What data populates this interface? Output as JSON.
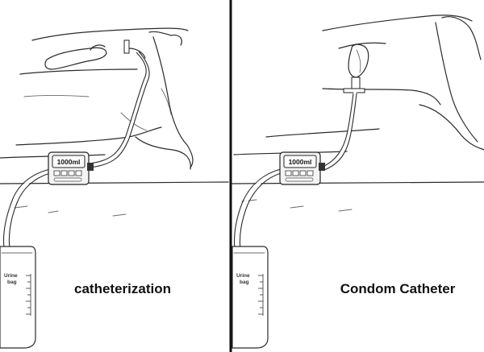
{
  "panels": [
    {
      "id": "left",
      "caption": "catheterization",
      "meter_reading": "1000ml",
      "bag_label_line1": "Urine",
      "bag_label_line2": "bag"
    },
    {
      "id": "right",
      "caption": "Condom Catheter",
      "meter_reading": "1000ml",
      "bag_label_line1": "Urine",
      "bag_label_line2": "bag"
    }
  ]
}
